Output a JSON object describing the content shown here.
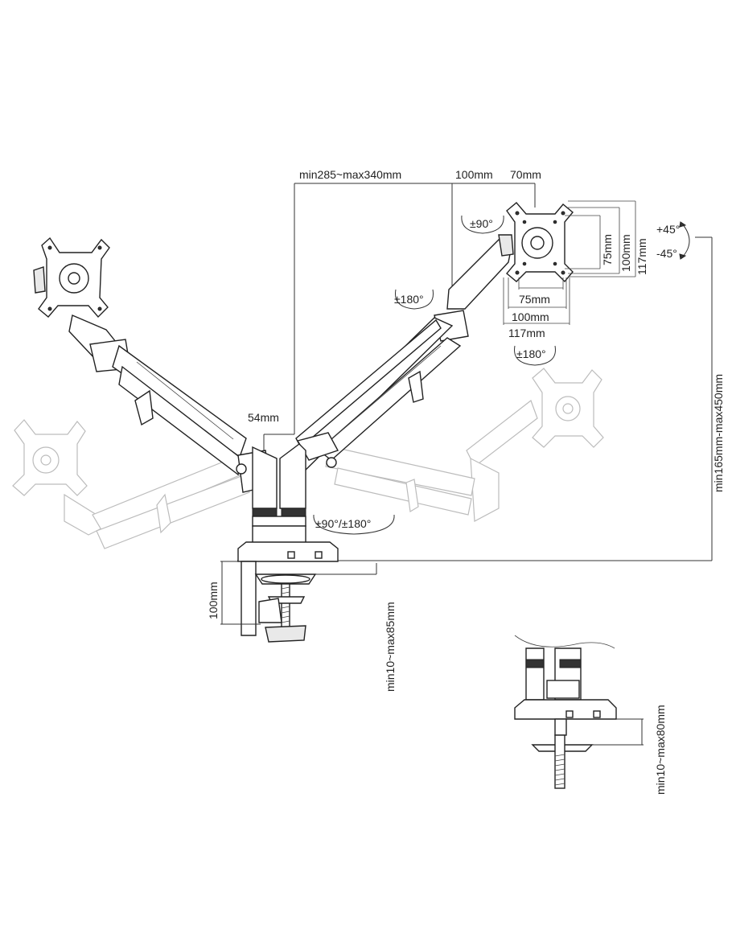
{
  "labels": {
    "arm_reach": "min285~max340mm",
    "offset_100": "100mm",
    "offset_70": "70mm",
    "vesa_75_v": "75mm",
    "vesa_100_v": "100mm",
    "vesa_117_v": "117mm",
    "vesa_75_h": "75mm",
    "vesa_100_h": "100mm",
    "vesa_117_h": "117mm",
    "tilt_up": "+45°",
    "tilt_down": "-45°",
    "swivel_90": "±90°",
    "rotate_180_left": "±180°",
    "rotate_180_bottom": "±180°",
    "pole_width": "54mm",
    "base_rotation": "±90°/±180°",
    "height_range": "min165mm-max450mm",
    "clamp_height": "100mm",
    "desk_thickness_clamp": "min10~max85mm",
    "desk_thickness_grommet": "min10~max80mm"
  },
  "colors": {
    "line": "#222222",
    "ghost": "#bcbcbc",
    "fill": "#e9e9e9"
  }
}
